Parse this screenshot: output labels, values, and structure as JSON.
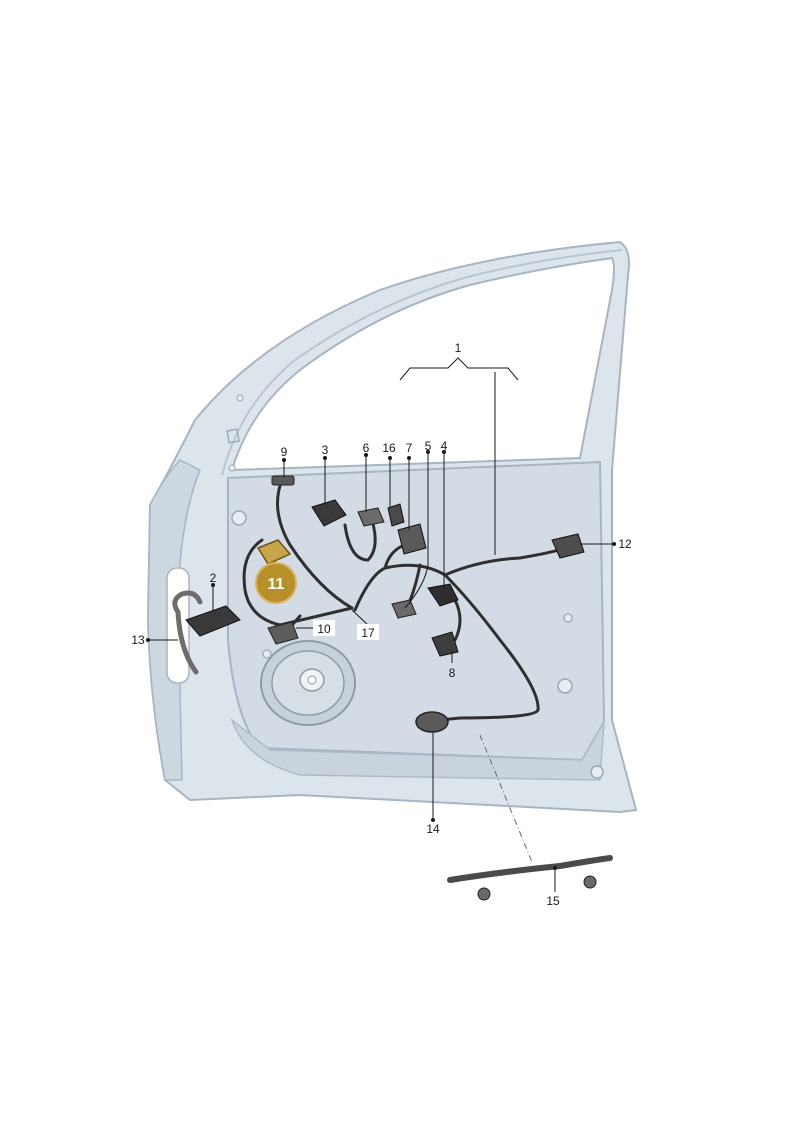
{
  "labels": {
    "l1": "1",
    "l2": "2",
    "l3": "3",
    "l4": "4",
    "l5": "5",
    "l6": "6",
    "l7": "7",
    "l8": "8",
    "l9": "9",
    "l10": "10",
    "l12": "12",
    "l13": "13",
    "l14": "14",
    "l15": "15",
    "l16": "16",
    "l17": "17"
  },
  "callout": {
    "text": "11"
  },
  "colors": {
    "door_fill": "#dde5ec",
    "door_outline": "#a7b5c2",
    "panel_fill": "#d3dce5",
    "harness": "#2f2f2f",
    "callout_fill": "#b8902a",
    "callout_ring": "#d9b45a"
  }
}
